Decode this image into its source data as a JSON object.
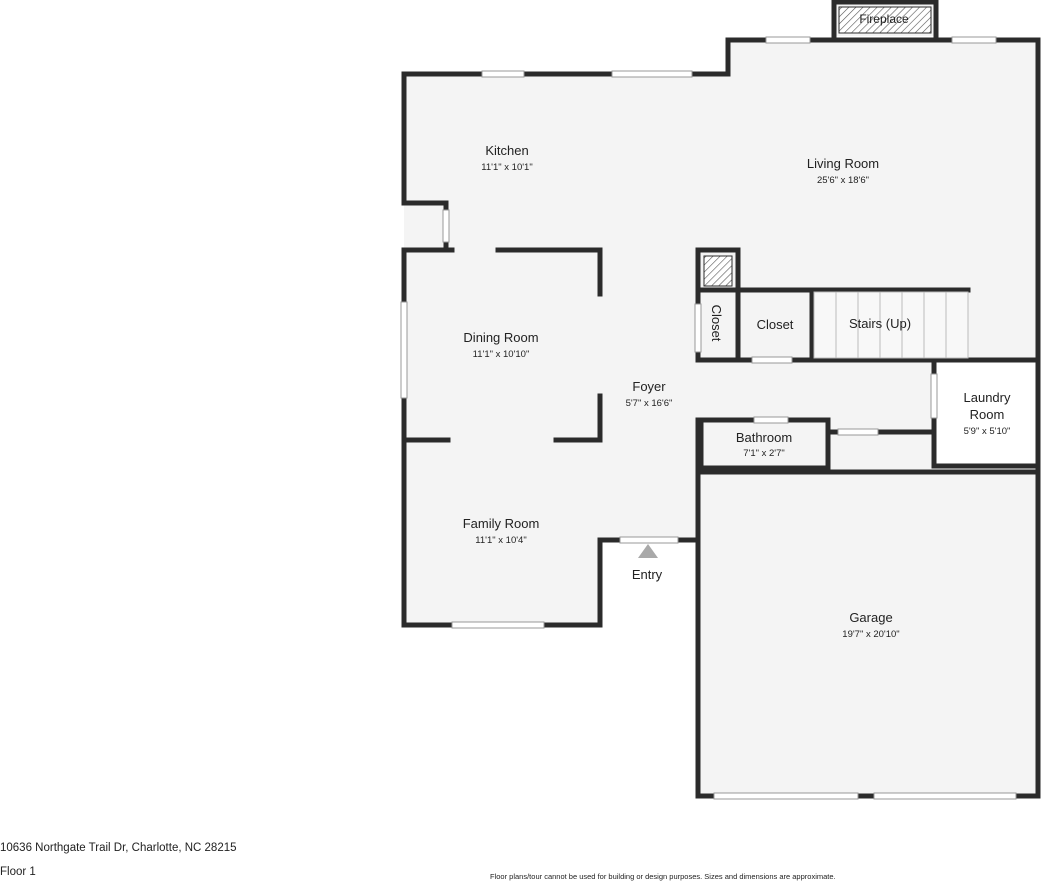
{
  "rooms": {
    "kitchen": {
      "name": "Kitchen",
      "dims": "11'1\" x 10'1\""
    },
    "living": {
      "name": "Living Room",
      "dims": "25'6\" x 18'6\""
    },
    "dining": {
      "name": "Dining Room",
      "dims": "11'1\" x 10'10\""
    },
    "foyer": {
      "name": "Foyer",
      "dims": "5'7\" x 16'6\""
    },
    "family": {
      "name": "Family Room",
      "dims": "11'1\" x 10'4\""
    },
    "bathroom": {
      "name": "Bathroom",
      "dims": "7'1\" x 2'7\""
    },
    "laundry": {
      "name_line1": "Laundry",
      "name_line2": "Room",
      "dims": "5'9\" x 5'10\""
    },
    "garage": {
      "name": "Garage",
      "dims": "19'7\" x 20'10\""
    }
  },
  "labels": {
    "fireplace": "Fireplace",
    "closet_vertical": "Closet",
    "closet": "Closet",
    "stairs": "Stairs (Up)",
    "entry": "Entry"
  },
  "footer": {
    "address": "10636 Northgate Trail Dr, Charlotte, NC 28215",
    "floor": "Floor 1",
    "disclaimer": "Floor plans/tour cannot be used for building or design purposes. Sizes and dimensions are approximate."
  },
  "colors": {
    "wall": "#2b2b2b",
    "floor": "#f4f4f4",
    "window": "#ffffff",
    "entry_marker": "#a9a9a9"
  }
}
